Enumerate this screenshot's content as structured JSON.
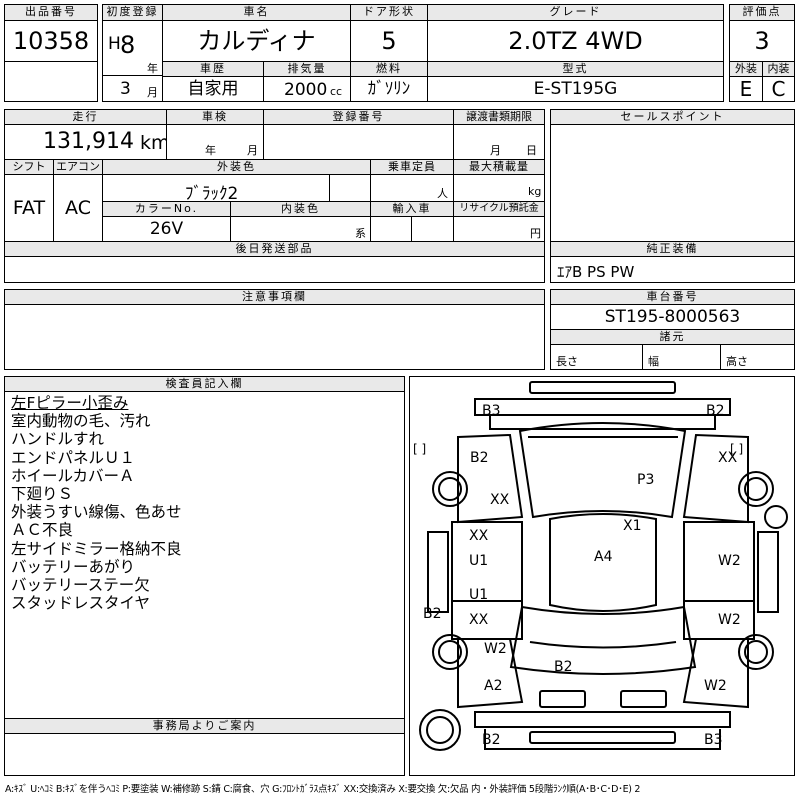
{
  "header": {
    "lot_no_label": "出品番号",
    "lot_no": "10358",
    "first_reg_label": "初度登録",
    "era": "H",
    "year": "8",
    "year_unit": "年",
    "month": "3",
    "month_unit": "月",
    "car_name_label": "車名",
    "car_name": "カルディナ",
    "doors_label": "ドア形状",
    "doors": "5",
    "grade_label": "グレード",
    "grade": "2.0TZ 4WD",
    "score_label": "評価点",
    "score": "3",
    "history_label": "車歴",
    "history": "自家用",
    "displacement_label": "排気量",
    "displacement": "2000",
    "displacement_unit": "cc",
    "fuel_label": "燃料",
    "fuel": "ｶﾞｿﾘﾝ",
    "model_label": "型式",
    "model": "E-ST195G",
    "exterior_label": "外装",
    "exterior_grade": "E",
    "interior_label": "内装",
    "interior_grade": "C"
  },
  "details": {
    "mileage_label": "走行",
    "mileage": "131,914",
    "mileage_unit": "km",
    "inspection_label": "車検",
    "inspection_year_unit": "年",
    "inspection_month_unit": "月",
    "plate_label": "登録番号",
    "transfer_label": "譲渡書類期限",
    "transfer_month_unit": "月",
    "transfer_day_unit": "日",
    "shift_label": "シフト",
    "shift": "FAT",
    "ac_label": "エアコン",
    "ac": "AC",
    "exterior_color_label": "外装色",
    "exterior_color": "ﾌﾞﾗｯｸ2",
    "capacity_label": "乗車定員",
    "capacity_unit": "人",
    "max_load_label": "最大積載量",
    "max_load_unit": "kg",
    "color_no_label": "カラーNo.",
    "color_no": "26V",
    "interior_color_label": "内装色",
    "interior_color_unit": "系",
    "import_label": "輸入車",
    "recycle_label": "リサイクル預託金",
    "recycle_unit": "円",
    "later_parts_label": "後日発送部品",
    "notes_label": "注意事項欄",
    "sales_points_label": "セールスポイント",
    "equipment_label": "純正装備",
    "equipment": "ｴｱB PS PW",
    "chassis_label": "車台番号",
    "chassis": "ST195-8000563",
    "dimensions_label": "諸元",
    "length_label": "長さ",
    "width_label": "幅",
    "height_label": "高さ"
  },
  "inspector": {
    "label": "検査員記入欄",
    "notes": [
      "左Fピラー小歪み",
      "室内動物の毛、汚れ",
      "ハンドルすれ",
      "エンドパネルＵ１",
      "ホイールカバーＡ",
      "下廻りＳ",
      "外装うすい線傷、色あせ",
      "ＡＣ不良",
      "左サイドミラー格納不良",
      "バッテリーあがり",
      "バッテリーステー欠",
      "スタッドレスタイヤ"
    ]
  },
  "office": {
    "label": "事務局よりご案内"
  },
  "diagram": {
    "codes": [
      "B3",
      "B2",
      "B2",
      "XX",
      "XX",
      "P3",
      "X1",
      "XX",
      "W2",
      "U1",
      "A4",
      "U1",
      "XX",
      "W2",
      "B2",
      "W2",
      "B2",
      "A2",
      "W2",
      "B2",
      "B3"
    ],
    "bracket_left": "[      ]",
    "bracket_right": "[      ]"
  },
  "legend": "A:ｷｽﾞ U:ﾍｺﾐ B:ｷｽﾞを伴うﾍｺﾐ P:要塗装 W:補修跡 S:錆 C:腐食、穴 G:ﾌﾛﾝﾄｶﾞﾗｽ点ｷｽﾞ XX:交換済み X:要交換 欠:欠品 内・外装評価 5段階ﾗﾝｸ順(A･B･C･D･E) 2"
}
